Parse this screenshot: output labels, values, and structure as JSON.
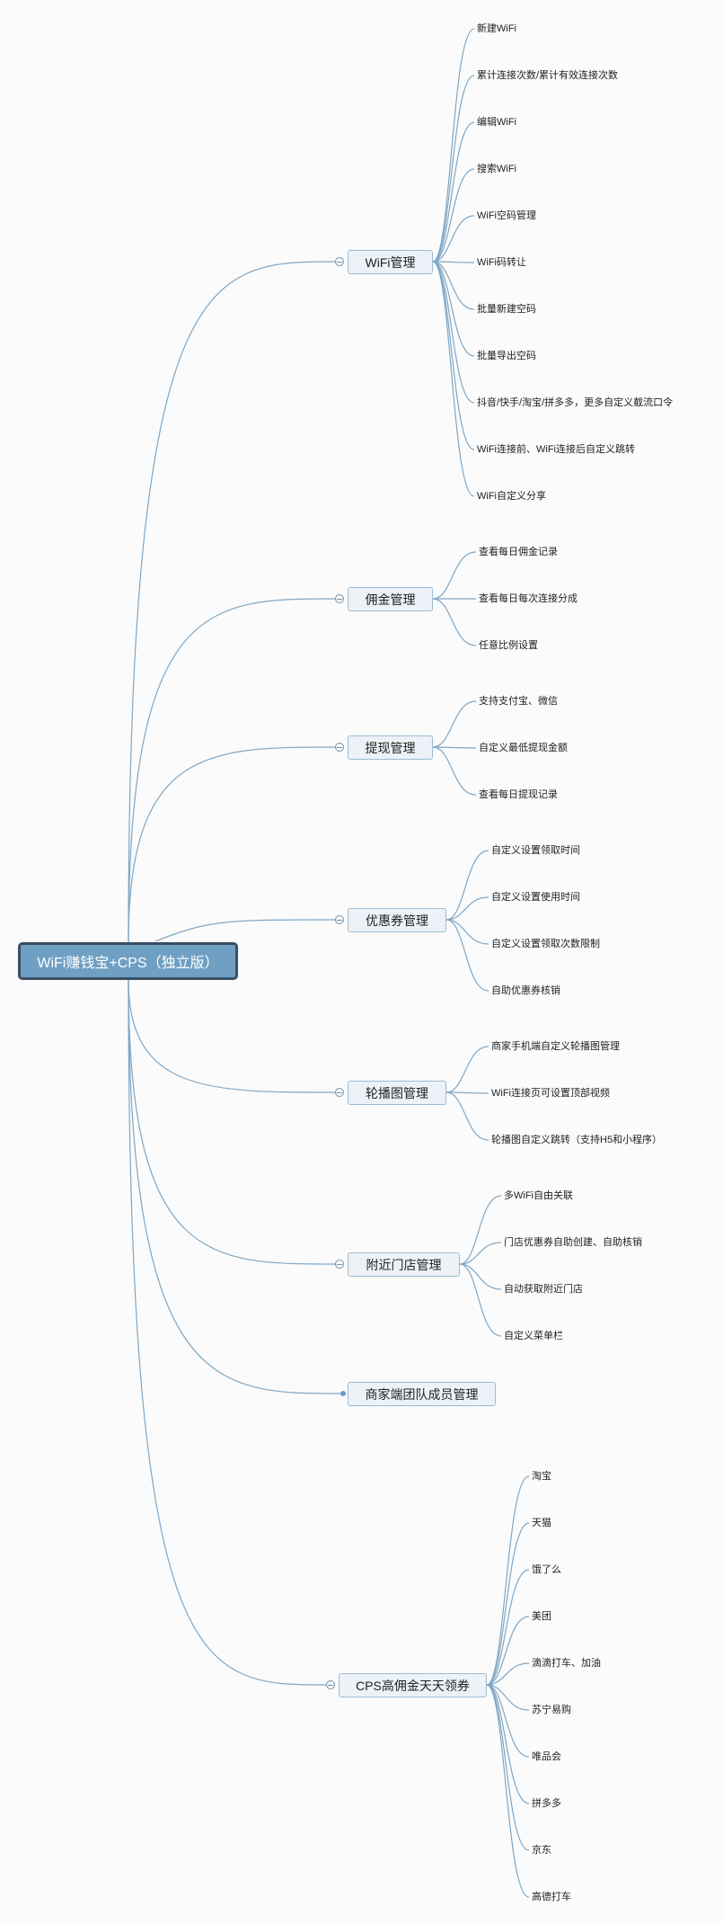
{
  "root": {
    "label": "WiFi赚钱宝+CPS（独立版）"
  },
  "branches": [
    {
      "label": "WiFi管理",
      "collapsible": true,
      "children": [
        "新建WiFi",
        "累计连接次数/累计有效连接次数",
        "编辑WiFi",
        "搜索WiFi",
        "WiFi空码管理",
        "WiFi码转让",
        "批量新建空码",
        "批量导出空码",
        "抖音/快手/淘宝/拼多多，更多自定义截流口令",
        "WiFi连接前、WiFi连接后自定义跳转",
        "WiFi自定义分享"
      ]
    },
    {
      "label": "佣金管理",
      "collapsible": true,
      "children": [
        "查看每日佣金记录",
        "查看每日每次连接分成",
        "任意比例设置"
      ]
    },
    {
      "label": "提现管理",
      "collapsible": true,
      "children": [
        "支持支付宝、微信",
        "自定义最低提现金额",
        "查看每日提现记录"
      ]
    },
    {
      "label": "优惠券管理",
      "collapsible": true,
      "children": [
        "自定义设置领取时间",
        "自定义设置使用时间",
        "自定义设置领取次数限制",
        "自助优惠券核销"
      ]
    },
    {
      "label": "轮播图管理",
      "collapsible": true,
      "children": [
        "商家手机端自定义轮播图管理",
        "WiFi连接页可设置顶部视频",
        "轮播图自定义跳转（支持H5和小程序）"
      ]
    },
    {
      "label": "附近门店管理",
      "collapsible": true,
      "children": [
        "多WiFi自由关联",
        "门店优惠券自助创建、自助核销",
        "自动获取附近门店",
        "自定义菜单栏"
      ]
    },
    {
      "label": "商家端团队成员管理",
      "collapsible": false,
      "children": []
    },
    {
      "label": "CPS高佣金天天领券",
      "collapsible": true,
      "children": [
        "淘宝",
        "天猫",
        "饿了么",
        "美团",
        "滴滴打车、加油",
        "苏宁易购",
        "唯品会",
        "拼多多",
        "京东",
        "高德打车"
      ]
    }
  ]
}
